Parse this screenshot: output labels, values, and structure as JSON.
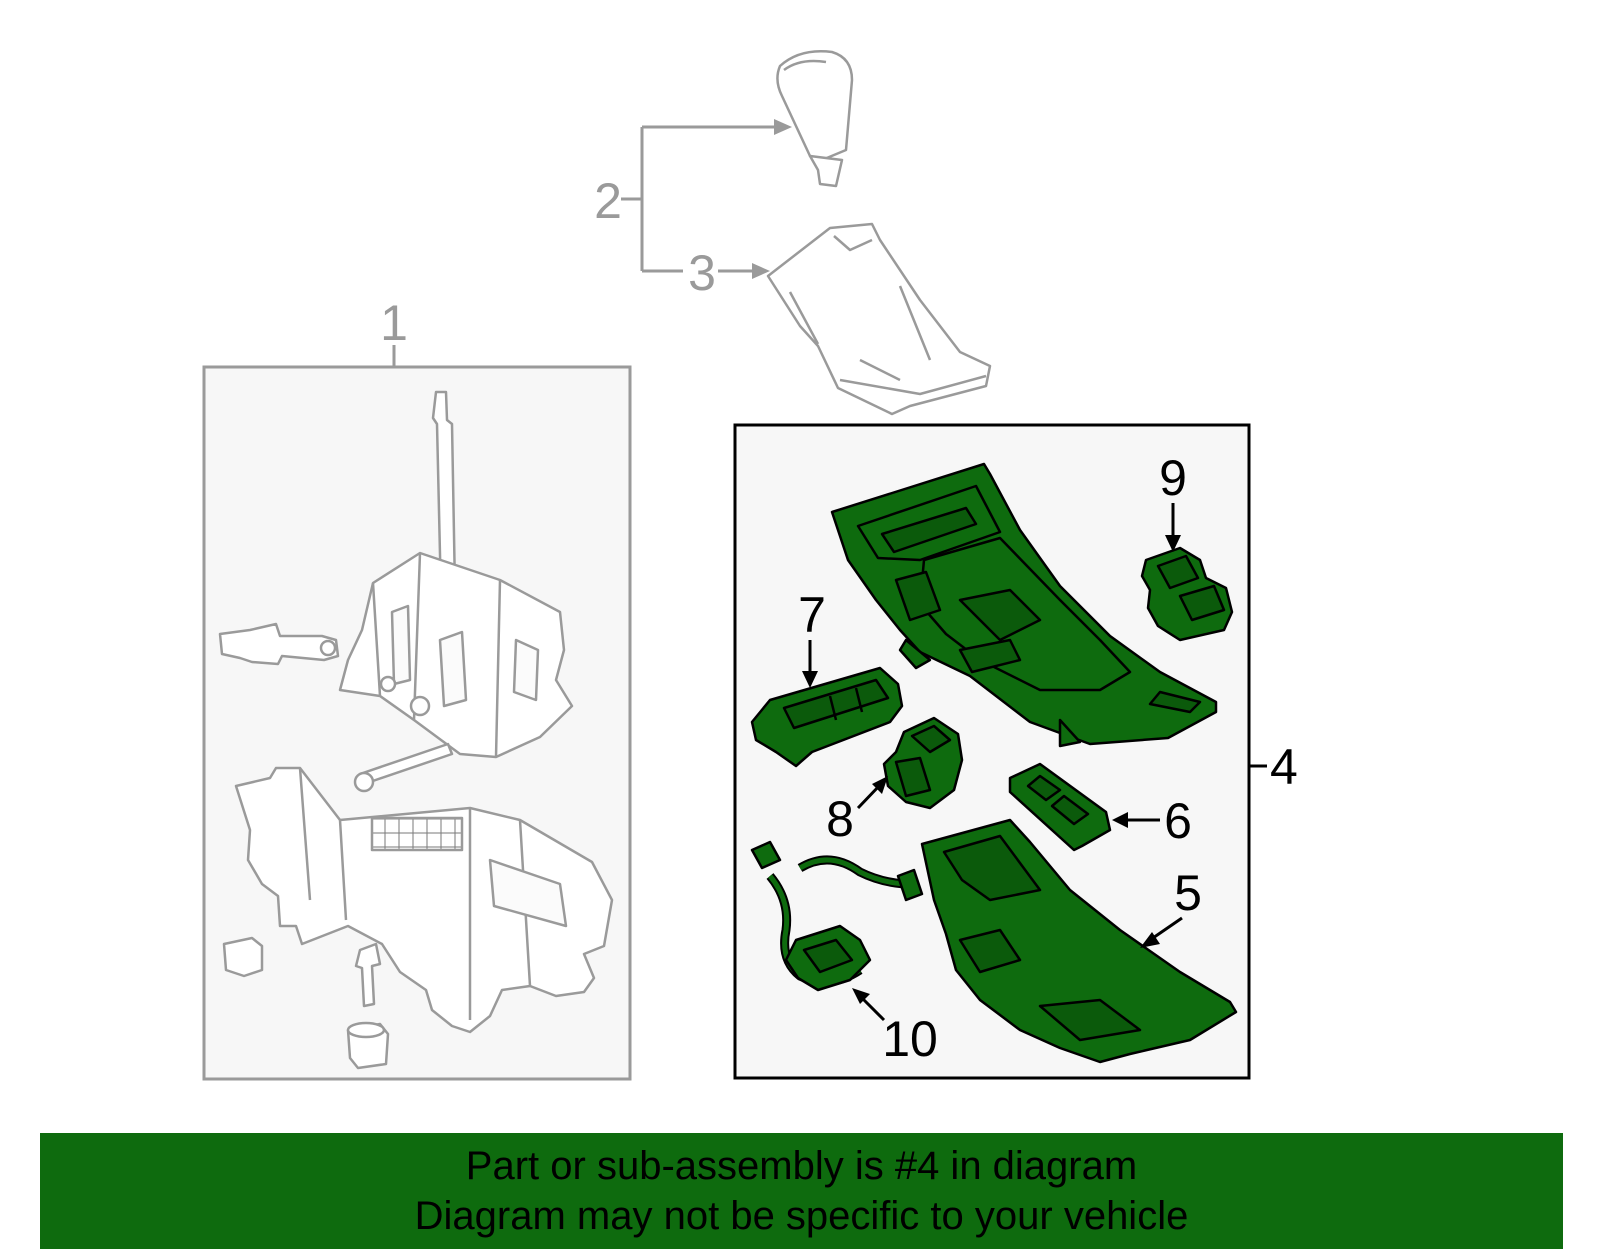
{
  "callouts": {
    "c1": "1",
    "c2": "2",
    "c3": "3",
    "c4": "4",
    "c5": "5",
    "c6": "6",
    "c7": "7",
    "c8": "8",
    "c9": "9",
    "c10": "10"
  },
  "banner": {
    "line1": "Part or sub-assembly is #4 in diagram",
    "line2": "Diagram may not be specific to your vehicle"
  },
  "colors": {
    "highlight_part": "#0e6b0e",
    "banner_background": "#0e6b0e",
    "gray_linework": "#9a9a9a",
    "black_linework": "#000000"
  },
  "icons": {
    "shift_knob": "shift-knob-icon",
    "shift_boot": "shift-boot-icon",
    "shifter_assembly": "shifter-assembly-icon",
    "console_trim_plate": "console-trim-plate-icon",
    "switch_panel": "switch-panel-icon",
    "wiring_harness": "wiring-harness-icon"
  }
}
